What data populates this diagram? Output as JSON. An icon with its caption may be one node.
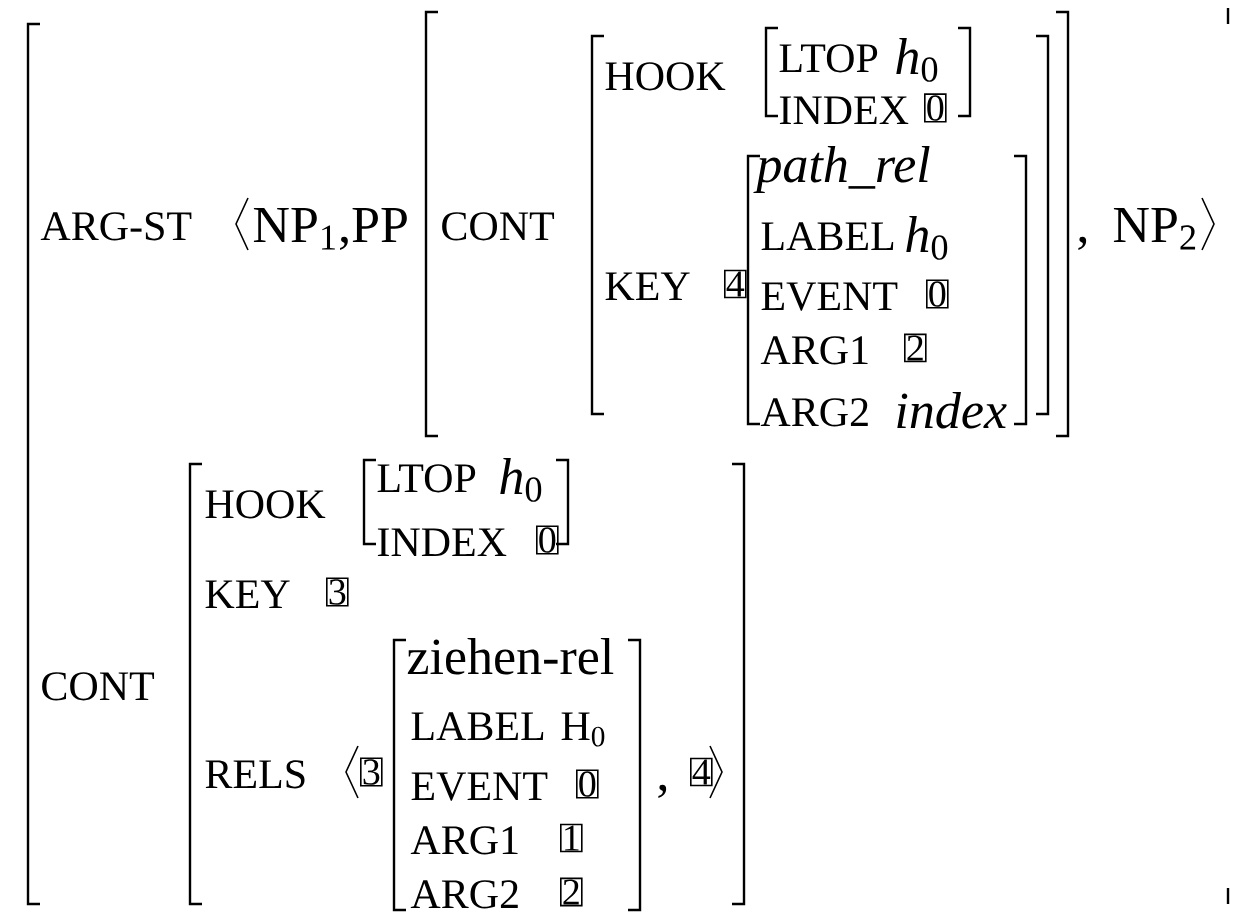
{
  "diagram": {
    "labels": [
      "ARG-ST",
      "NP$_{1}$,PP",
      "CONT",
      "HOOK",
      "LTOP",
      "*h*$_{0}$",
      "INDEX",
      "0",
      "KEY",
      "4",
      "*path_rel*",
      "LABEL",
      "*h*$_{0}$",
      "EVENT",
      "0",
      "ARG1",
      "2",
      "ARG2",
      "*index*",
      ",",
      "NP$_{2}$",
      "HOOK",
      "LTOP",
      "*h*$_{0}$",
      "INDEX",
      "0",
      "KEY",
      "3",
      "CONT",
      "ziehen-rel",
      "LABEL",
      "H$_{0}$",
      "RELS",
      "3",
      "EVENT",
      "0",
      ",",
      "4",
      "ARG1",
      "1",
      "ARG2",
      "2"
    ]
  }
}
